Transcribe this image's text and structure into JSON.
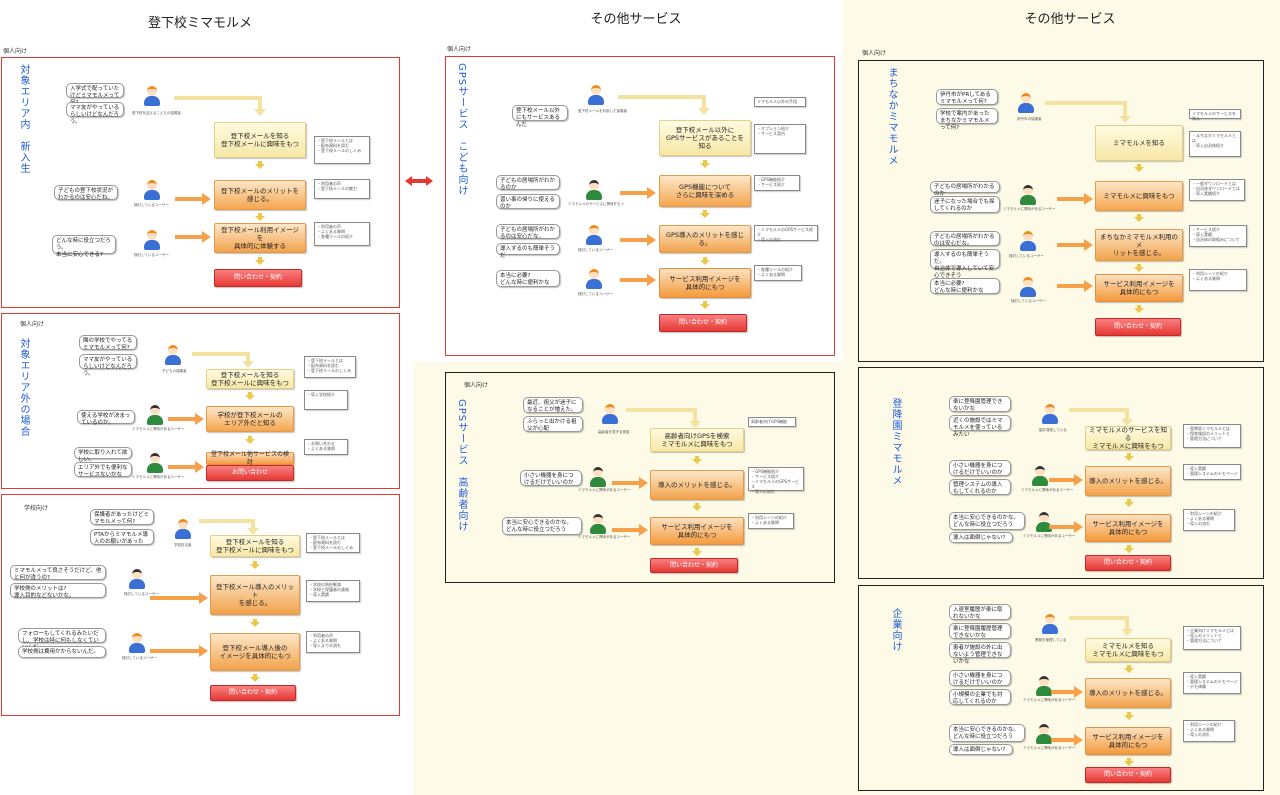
{
  "colors": {
    "red_frame": "#e53935",
    "blue_title": "#1e5bd6",
    "cta_red": "#e53935",
    "arrow_orange": "#f7a04a",
    "yellow_bg": "#fdfbe8"
  },
  "column_titles": [
    "登下校ミマモルメ",
    "その他サービス",
    "その他サービス"
  ],
  "panels": {
    "p1": {
      "tag": "個人向け",
      "vertical_title": "対象エリア内　新入生",
      "bubbles": [
        "入学式で配っていたけどミマモルメって何?",
        "ママ友がやっているらしいけどなんだろう。",
        "子どもの登下校状況がわかるのは安心だね。",
        "どんな時に役立つだろう。\n本当に安心できる?"
      ],
      "captions": [
        "登下校を迎えるこどもの保護者",
        "検討しているユーザー",
        "検討しているユーザー"
      ],
      "flow": [
        "登下校メールを知る\n登下校メールに興味をもつ",
        "登下校メールのメリットを感じる。",
        "登下校メール利用イメージを\n具体的に体験する",
        "問い合わせ・契約"
      ],
      "notes": [
        "・登下校メールとは\n・配布資料を読む\n・登下校メールのしくみ",
        "・利用者の声\n・登下校メールの魅力",
        "・利用者の声\n・よくある質問\n・各種ツールの紹介"
      ]
    },
    "p2": {
      "tag": "個人向け",
      "vertical_title": "対象エリア外の場合",
      "bubbles": [
        "隣の学校でやってるミマモルメって何?",
        "ママ友がやっているらしいけどなんだろう。",
        "使える学校が決まっているのか。",
        "学校に取り入れて欲しい。",
        "エリア外でも便利なサービスないかな"
      ],
      "captions": [
        "子どもの保護者",
        "ミマモルメに興味があるユーザー",
        "ミマモルメに興味があるユーザー"
      ],
      "flow": [
        "登下校メールを知る\n登下校メールに興味をもつ",
        "学校が登下校メールの\nエリア外だと知る",
        "登下校メール他サービスの検討",
        "お問い合わせ"
      ],
      "notes": [
        "・登下校メールとは\n・配布資料を読む\n・登下校メールのしくみ",
        "・導入学校紹介",
        "・お問い合わせ\n・よくある質問"
      ]
    },
    "p3": {
      "tag": "学校向け",
      "bubbles": [
        "保護者があったけどミマモルメって何?",
        "PTAからミマモルメ導入のお願いがあった",
        "ミマモルメって良さそうだけど、他と何が違うの?",
        "学校側のメリットは?\n導入目的などないかな。",
        "フォローもしてくれるみたいだし、学校は特に何もしなくていいんだ。",
        "学校側は費用かからないんだ。"
      ],
      "captions": [
        "学校担当者",
        "検討しているユーザー",
        "検討しているユーザー"
      ],
      "flow": [
        "登下校メールを知る\n登下校メールに興味をもつ",
        "登下校メール導入のメリット\nを感じる。",
        "登下校メール導入後の\nイメージを具体的にもつ",
        "問い合わせ・契約"
      ],
      "notes": [
        "・登下校メールとは\n・配布資料を読む\n・登下校メールのしくみ",
        "・学校の負担軽減\n・学校と保護者の連絡\n・導入実績",
        "・利用者の声\n・よくある質問\n・導入までの流れ"
      ]
    },
    "p4": {
      "tag": "個人向け",
      "vertical_title": "GPSサービス　こども向け",
      "bubbles": [
        "登下校メール以外にもサービスあるんだ",
        "子どもの居場所がわかるのか",
        "習い事の帰りに使えるのか",
        "子どもの居場所がわかるのは安心だな。",
        "導入するのも簡単そうだ",
        "本当に必要?\nどんな時に便利かな"
      ],
      "captions": [
        "登下校メールを利用した保護者",
        "ミマモルメのサービスに興味をもつ",
        "検討しているユーザー",
        "検討しているユーザー"
      ],
      "flow": [
        "登下校メール以外に\nGPSサービスがあることを知る",
        "GPS機能について\nさらに興味を深める",
        "GPS導入のメリットを感じる。",
        "サービス利用イメージを\n具体的にもつ",
        "問い合わせ・契約"
      ],
      "notes": [
        "ミマモルメ以外の手段",
        "・オプション紹介\n・サービス案内",
        "・GPS機能紹介\n・サービス紹介",
        "・ミマモルメのGPSサービス紹介\n・導入の流れ",
        "・各種ツールの紹介\n・よくある質問"
      ]
    },
    "p5": {
      "tag": "個人向け",
      "vertical_title": "GPSサービス　高齢者向け",
      "bubbles": [
        "最近、祖父が迷子になることが増えた。",
        "ふらっと出かける祖父が心配",
        "小さい機器を身につけるだけでいいのか",
        "本当に安心できるのかな。\nどんな時に役立つだろう"
      ],
      "captions": [
        "高齢者を見守る家族",
        "ミマモルメに興味があるユーザー",
        "ミマモルメに興味があるユーザー"
      ],
      "flow": [
        "高齢者向けGPSを検索\nミマモルメに興味をもつ",
        "導入のメリットを感じる。",
        "サービス利用イメージを\n具体的にもつ",
        "問い合わせ・契約"
      ],
      "notes": [
        "高齢者向けGPS機能",
        "・GPS機能紹介\n・サービス紹介\n・ミマモルメのGPSサービス\n・導入の流れ",
        "・利用シーンの紹介\n・よくある質問"
      ]
    },
    "p6": {
      "tag": "個人向け",
      "vertical_title": "まちなかミマモルメ",
      "bubbles": [
        "伊丹市がPRしてあるミマモルメって何?",
        "学校で案内があったまちなかミマモルメって何?",
        "子どもの居場所がわかるのか",
        "迷子になった場合でも探してくれるのか",
        "子どもの居場所がわかるのは安心だな。",
        "導入するのも簡単そうだ。\n自治体で導入していて安心できそう",
        "本当に必要?\nどんな時に便利かな"
      ],
      "captions": [
        "伊丹市の保護者",
        "ミマモルメに興味があるユーザー",
        "検討しているユーザー",
        "検討しているユーザー"
      ],
      "flow": [
        "ミマモルメを知る",
        "ミマモルメに興味をもつ",
        "まちなかミマモルメ利用のメ\nリットを感じる。",
        "サービス利用イメージを\n具体的にもつ",
        "問い合わせ・契約"
      ],
      "notes": [
        "ミマモルメのサービスを知る",
        "・まちなかミマモルメとは\n・導入自治体紹介",
        "・一般ダウンロードとは\n・自治体ダウンロードとは\n・導入実績紹介",
        "・サービス紹介\n・導入実績\n・自治体の取組みについて",
        "・利用シーンの紹介\n・よくある質問"
      ]
    },
    "p7": {
      "vertical_title": "登降園ミマモルメ",
      "bubbles": [
        "楽に登降園管理できないかな",
        "近くの施設ではミマモルメを使っているみたい",
        "小さい機器を身につけるだけでいいのか",
        "管理システムの導入もしてくれるのか",
        "本当に安心できるのかな。\nどんな時に役立つだろう",
        "導入は面倒じゃない?"
      ],
      "captions": [
        "園を運営している",
        "ミマモルメに興味があるユーザー",
        "ミマモルメに興味があるユーザー"
      ],
      "flow": [
        "ミマモルメのサービスを知る\nミマモルメに興味をもつ",
        "導入のメリットを感じる。",
        "サービス利用イメージを\n具体的にもつ",
        "問い合わせ・契約"
      ],
      "notes": [
        "・登降園ミマモルメとは\n・保育施設のメリットと\n・管理方法について",
        "・導入実績\n・管理システムのデモページ",
        "・利用シーンの紹介\n・よくある質問\n・導入の流れ"
      ]
    },
    "p8": {
      "vertical_title": "企業向け",
      "bubbles": [
        "入退室履歴が楽に取れないかな",
        "楽に登降園履歴管理できないかな",
        "患者が施設の外に出ないよう管理できないかな",
        "小さい機器を身につけるだけでいいのか",
        "小規模の企業でも対応してくれるのか",
        "本当に安心できるのかな。\nどんな時に役立つだろう",
        "導入は面倒じゃない?"
      ],
      "captions": [
        "業務を管理している",
        "ミマモルメに興味があるユーザー",
        "ミマモルメに興味があるユーザー"
      ],
      "flow": [
        "ミマモルメを知る\nミマモルメに興味をもつ",
        "導入のメリットを感じる。",
        "サービス利用イメージを\n具体的にもつ",
        "問い合わせ・契約"
      ],
      "notes": [
        "・企業向けミマモルメとは\n・導入のメリットと\n・管理方法について",
        "・導入実績\n・管理システムのデモページ\n・デモ体験",
        "・利用シーンの紹介\n・よくある質問\n・導入の流れ"
      ]
    }
  }
}
